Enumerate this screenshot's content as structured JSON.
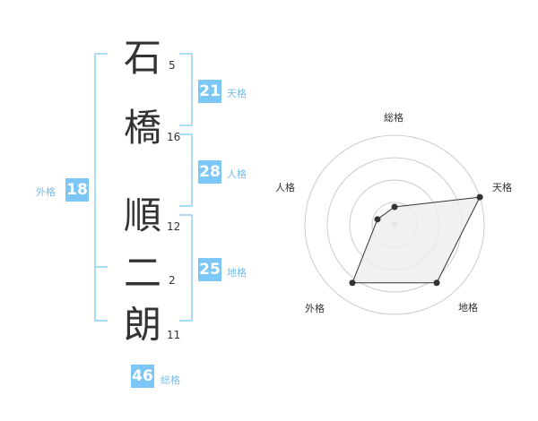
{
  "name": {
    "chars": [
      {
        "char": "石",
        "strokes": "5"
      },
      {
        "char": "橋",
        "strokes": "16"
      },
      {
        "char": "順",
        "strokes": "12"
      },
      {
        "char": "二",
        "strokes": "2"
      },
      {
        "char": "朗",
        "strokes": "11"
      }
    ]
  },
  "kakusu": {
    "tenkaku": {
      "value": "21",
      "label": "天格"
    },
    "jinkaku": {
      "value": "28",
      "label": "人格"
    },
    "chikaku": {
      "value": "25",
      "label": "地格"
    },
    "gaikaku": {
      "value": "18",
      "label": "外格"
    },
    "soukaku": {
      "value": "46",
      "label": "総格"
    }
  },
  "colors": {
    "accent": "#7cc7f5",
    "bracket": "#8fd0f5",
    "text": "#333333"
  },
  "chart_data": {
    "type": "radar",
    "axes": [
      "総格",
      "天格",
      "地格",
      "外格",
      "人格"
    ],
    "values": [
      0.2,
      1.0,
      0.8,
      0.8,
      0.2
    ],
    "rings": 4,
    "fill_color": "#eeeeee",
    "line_color": "#333333"
  }
}
